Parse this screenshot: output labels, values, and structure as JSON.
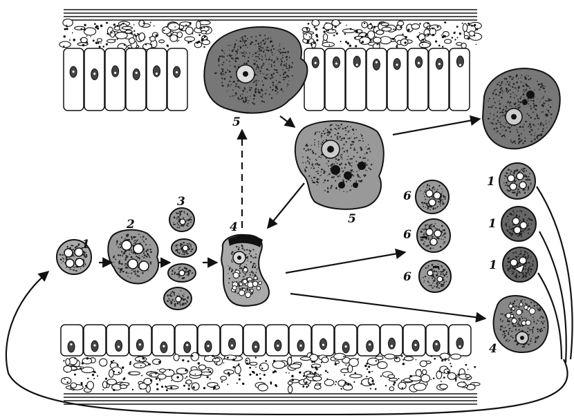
{
  "figure": {
    "stage_labels": {
      "s1": "1",
      "s2": "2",
      "s3": "3",
      "s4": "4",
      "s5": "5",
      "s6": "6"
    },
    "ink_color": "#111111",
    "stipple_color": "#333333",
    "background": "#ffffff"
  }
}
